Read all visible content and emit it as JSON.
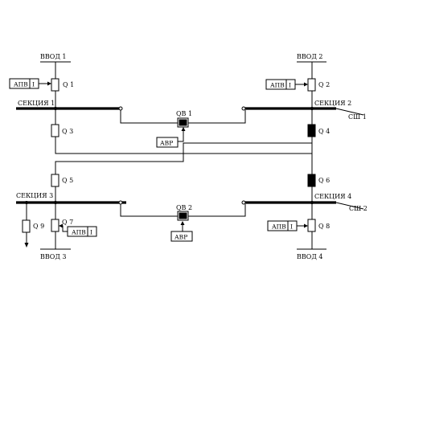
{
  "inputs": {
    "vvod1": "ВВОД 1",
    "vvod2": "ВВОД 2",
    "vvod3": "ВВОД 3",
    "vvod4": "ВВОД 4"
  },
  "sections": {
    "s1": "СЕКЦИЯ 1",
    "s2": "СЕКЦИЯ 2",
    "s3": "СЕКЦИЯ 3",
    "s4": "СЕКЦИЯ 4"
  },
  "buses": {
    "sh1": "СШ 1",
    "sh2": "СШ 2"
  },
  "breakers": {
    "q1": "Q 1",
    "q2": "Q 2",
    "q3": "Q 3",
    "q4": "Q 4",
    "q5": "Q 5",
    "q6": "Q 6",
    "q7": "Q 7",
    "q8": "Q 8",
    "q9": "Q 9",
    "qb1": "QB 1",
    "qb2": "QB 2"
  },
  "relays": {
    "apv": "АПВ",
    "apv_mark": "I",
    "avr": "АВР"
  },
  "colors": {
    "line": "#000000",
    "background": "#ffffff"
  }
}
